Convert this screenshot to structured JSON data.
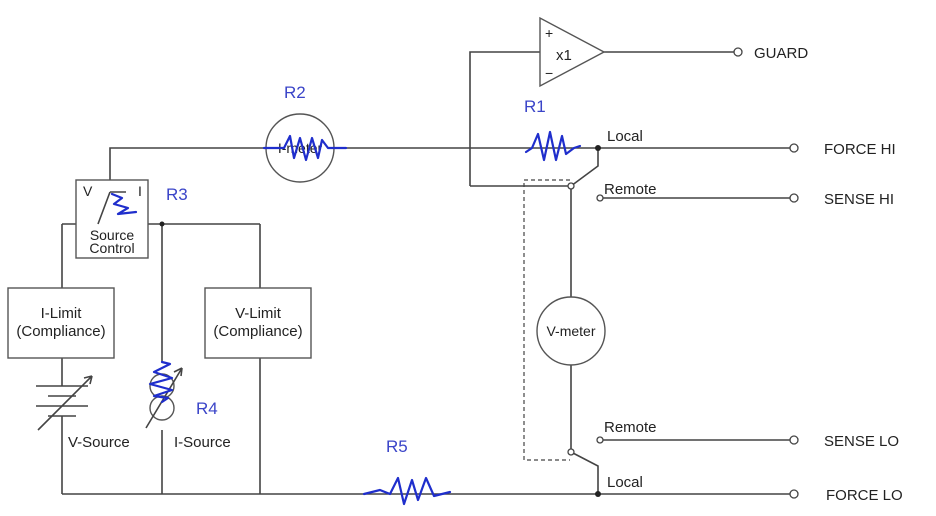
{
  "terminals": {
    "guard": "GUARD",
    "force_hi": "FORCE HI",
    "sense_hi": "SENSE HI",
    "sense_lo": "SENSE LO",
    "force_lo": "FORCE LO"
  },
  "switches": {
    "local_top": "Local",
    "remote_top": "Remote",
    "remote_bottom": "Remote",
    "local_bottom": "Local"
  },
  "blocks": {
    "buffer_label": "x1",
    "buffer_plus": "+",
    "buffer_minus": "−",
    "i_meter": "I-meter",
    "v_meter": "V-meter",
    "source_control_v": "V",
    "source_control_i": "I",
    "source_control_line1": "Source",
    "source_control_line2": "Control",
    "i_limit_line1": "I-Limit",
    "i_limit_line2": "(Compliance)",
    "v_limit_line1": "V-Limit",
    "v_limit_line2": "(Compliance)",
    "v_source": "V-Source",
    "i_source": "I-Source"
  },
  "resistors": {
    "r1": "R1",
    "r2": "R2",
    "r3": "R3",
    "r4": "R4",
    "r5": "R5"
  },
  "colors": {
    "annotation": "#3a44c8",
    "wire": "#444444"
  }
}
